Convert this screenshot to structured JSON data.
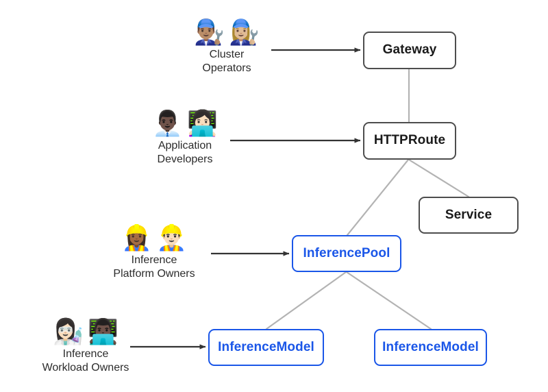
{
  "diagram": {
    "title": "Gateway API Inference Extension resource model and personas",
    "colors": {
      "background": "#ffffff",
      "core_border": "#4d4d4d",
      "core_text": "#1a1a1a",
      "extension_border": "#1a56e8",
      "extension_text": "#1a56e8",
      "relation_line": "#b3b3b3",
      "persona_arrow": "#333333",
      "label_text": "#2b2b2b"
    },
    "nodes": [
      {
        "id": "gateway",
        "label": "Gateway",
        "kind": "core"
      },
      {
        "id": "httproute",
        "label": "HTTPRoute",
        "kind": "core"
      },
      {
        "id": "service",
        "label": "Service",
        "kind": "core"
      },
      {
        "id": "inferencepool",
        "label": "InferencePool",
        "kind": "extension"
      },
      {
        "id": "inferencemodel_1",
        "label": "InferenceModel",
        "kind": "extension"
      },
      {
        "id": "inferencemodel_2",
        "label": "InferenceModel",
        "kind": "extension"
      }
    ],
    "personas": [
      {
        "id": "cluster_operators",
        "label": "Cluster\nOperators",
        "icons": [
          "mechanic-man-icon",
          "mechanic-woman-icon"
        ],
        "glyphs": [
          "👨🏽‍🔧",
          "👩🏼‍🔧"
        ],
        "targets": "gateway"
      },
      {
        "id": "application_developers",
        "label": "Application\nDevelopers",
        "icons": [
          "office-worker-man-icon",
          "technologist-woman-icon"
        ],
        "glyphs": [
          "👨🏿‍💼",
          "👩🏻‍💻"
        ],
        "targets": "httproute"
      },
      {
        "id": "inference_platform_owners",
        "label": "Inference\nPlatform Owners",
        "icons": [
          "construction-worker-woman-icon",
          "construction-worker-man-icon"
        ],
        "glyphs": [
          "👷🏾‍♀️",
          "👷🏻‍♂️"
        ],
        "targets": "inferencepool"
      },
      {
        "id": "inference_workload_owners",
        "label": "Inference\nWorkload Owners",
        "icons": [
          "scientist-woman-icon",
          "technologist-man-icon"
        ],
        "glyphs": [
          "👩🏻‍🔬",
          "👨🏿‍💻"
        ],
        "targets": "inferencemodel_1"
      }
    ],
    "relations": [
      {
        "from": "gateway",
        "to": "httproute",
        "style": "gray-line"
      },
      {
        "from": "httproute",
        "to": "inferencepool",
        "style": "gray-line"
      },
      {
        "from": "httproute",
        "to": "service",
        "style": "gray-line"
      },
      {
        "from": "inferencepool",
        "to": "inferencemodel_1",
        "style": "gray-line"
      },
      {
        "from": "inferencepool",
        "to": "inferencemodel_2",
        "style": "gray-line"
      }
    ]
  }
}
